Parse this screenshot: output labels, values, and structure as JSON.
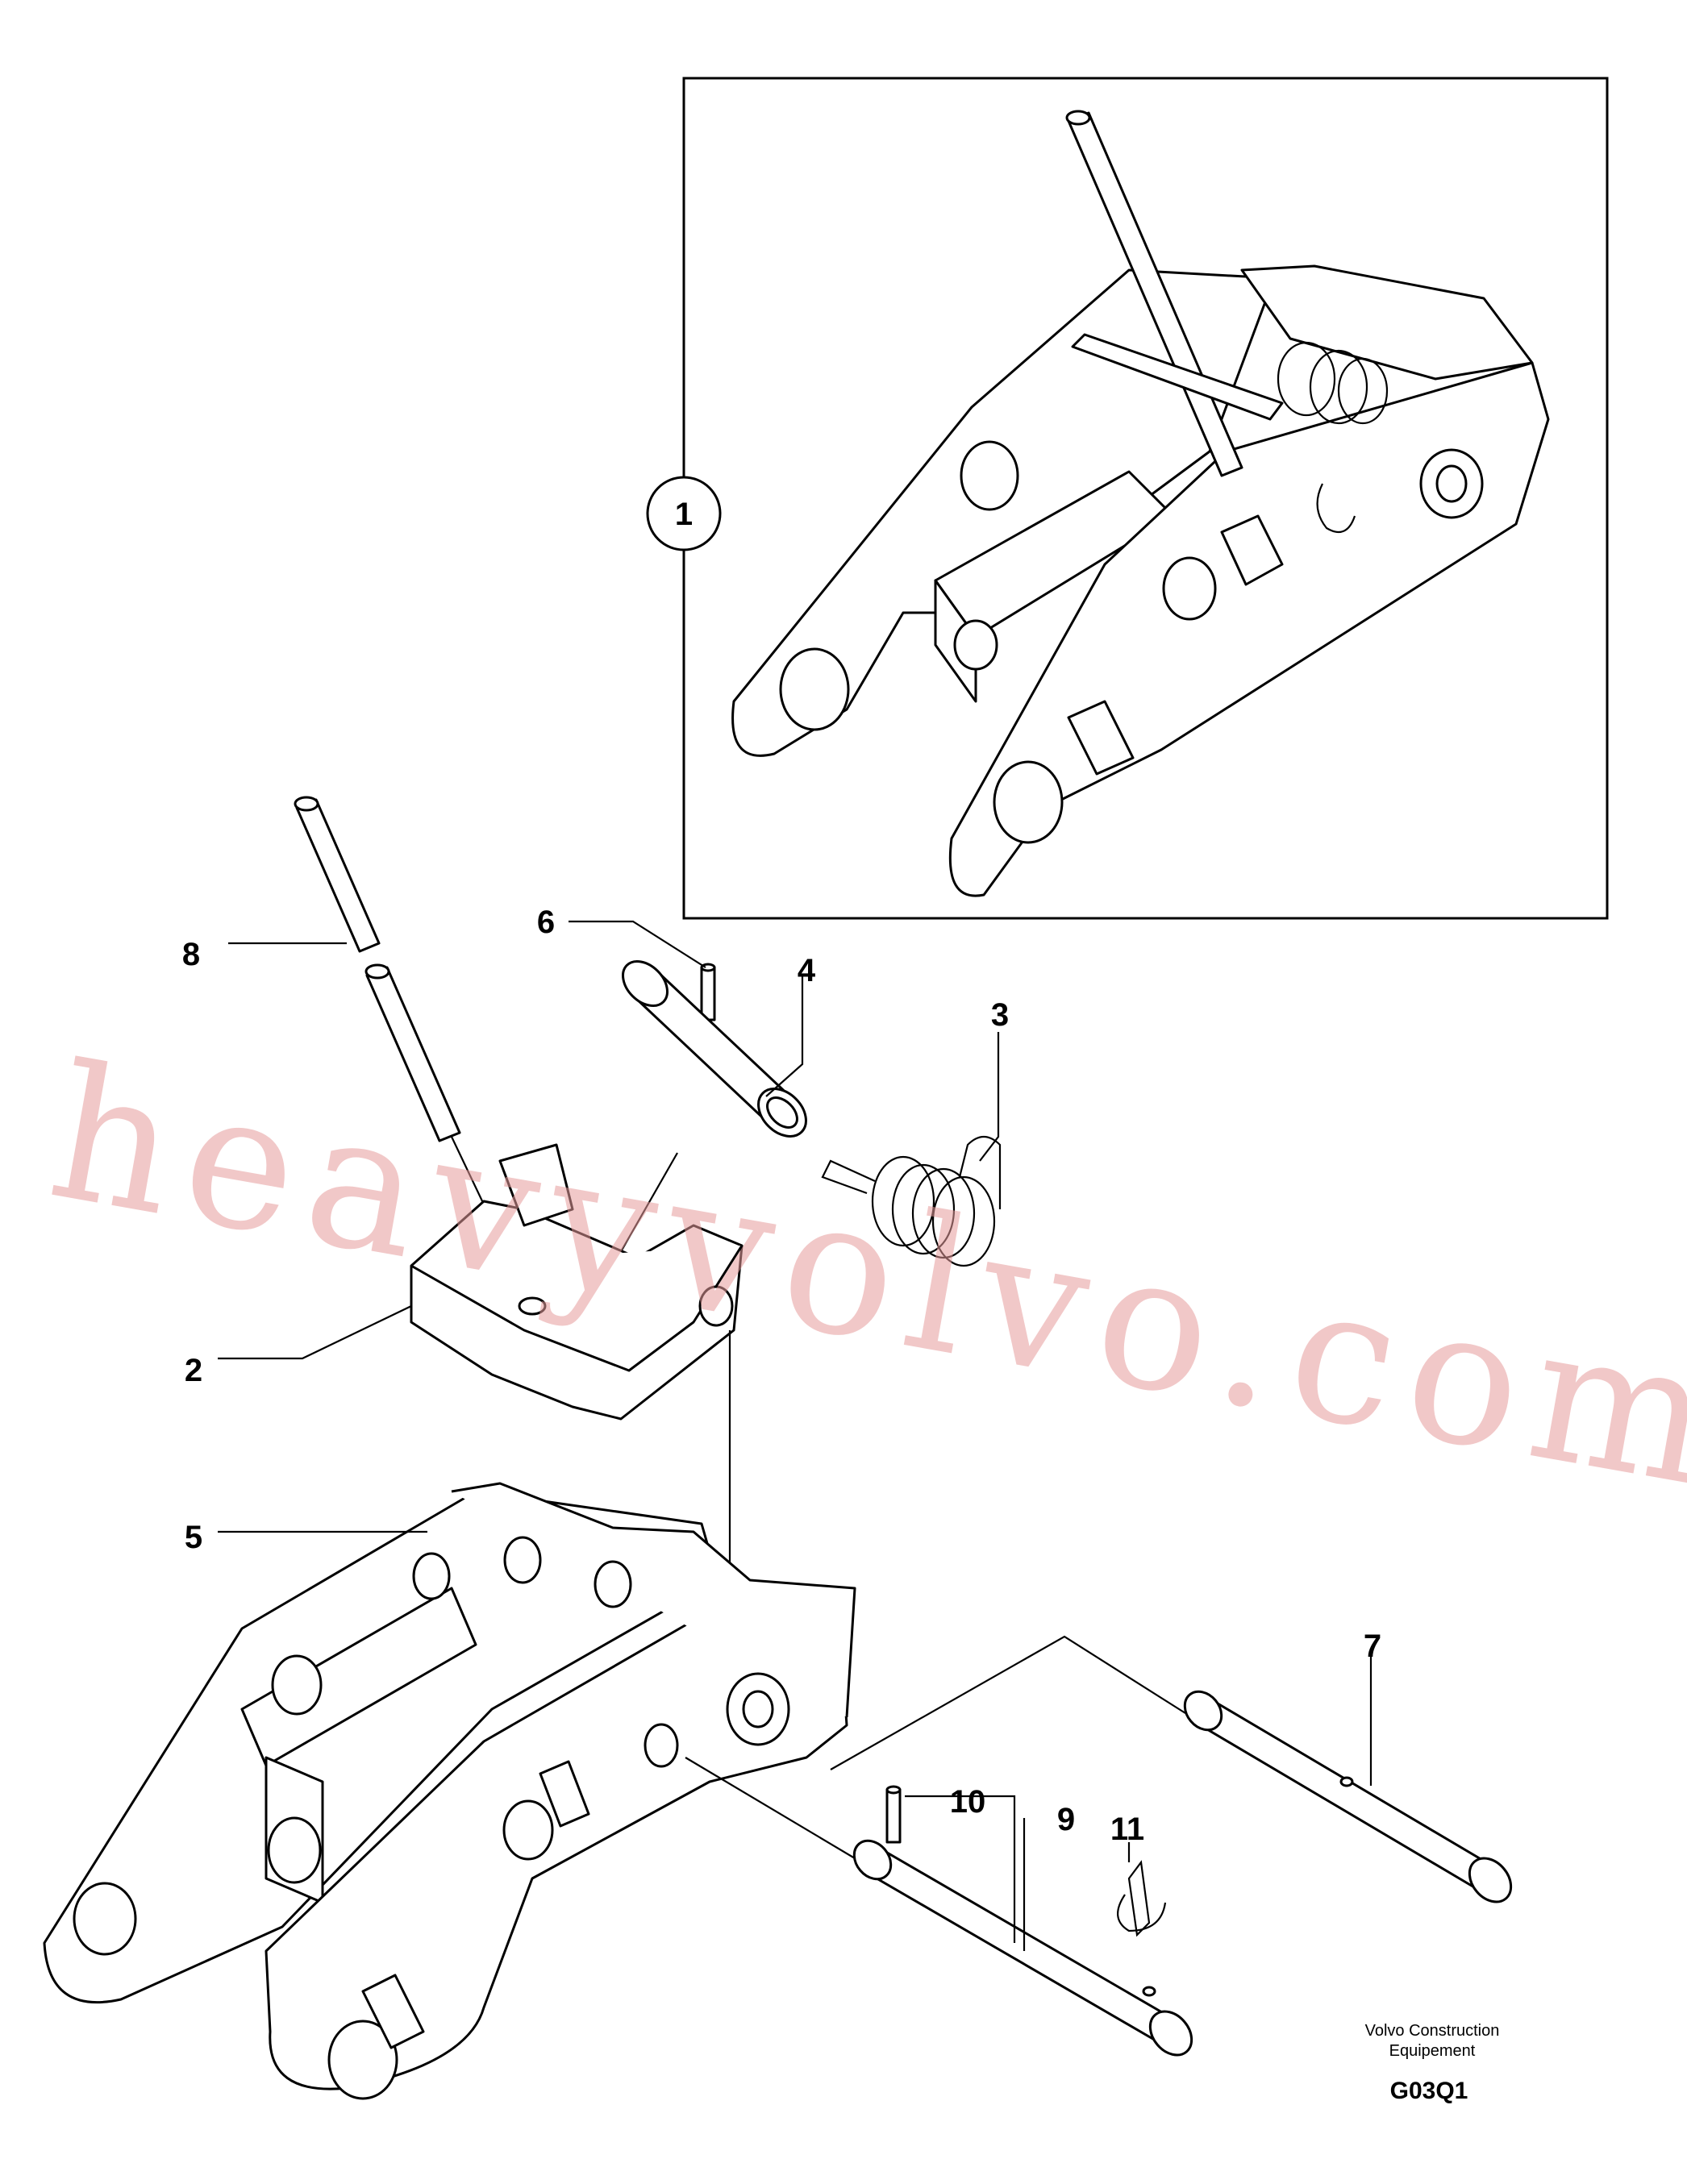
{
  "diagram": {
    "inset_callout": "1",
    "callouts": [
      {
        "id": "callout-8",
        "label": "8"
      },
      {
        "id": "callout-6",
        "label": "6"
      },
      {
        "id": "callout-4",
        "label": "4"
      },
      {
        "id": "callout-3",
        "label": "3"
      },
      {
        "id": "callout-2",
        "label": "2"
      },
      {
        "id": "callout-5",
        "label": "5"
      },
      {
        "id": "callout-7",
        "label": "7"
      },
      {
        "id": "callout-10",
        "label": "10"
      },
      {
        "id": "callout-9",
        "label": "9"
      },
      {
        "id": "callout-11",
        "label": "11"
      }
    ],
    "watermark": "heavyvolvo.com",
    "credit_line1": "Volvo Construction",
    "credit_line2": "Equipement",
    "drawing_code": "G03Q1"
  },
  "colors": {
    "line": "#000000",
    "watermark": "#e69a9a",
    "background": "#ffffff"
  }
}
